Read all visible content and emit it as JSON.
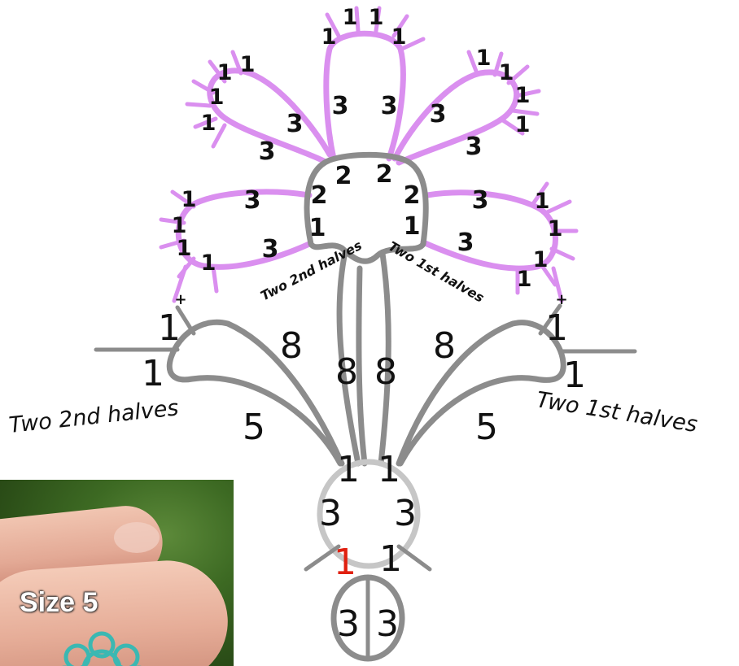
{
  "labels": {
    "left_big": "Two 2nd halves",
    "right_big": "Two 1st halves",
    "left_small": "Two 2nd halves",
    "right_small": "Two 1st halves",
    "photo_caption": "Size 5",
    "plus": "+"
  },
  "numbers": {
    "one": "1",
    "two": "2",
    "three": "3",
    "five": "5",
    "eight": "8"
  },
  "colors": {
    "pink_rings": "#da8fef",
    "grey_chains": "#8c8c8c",
    "highlight_one": "#e02010"
  },
  "photo": {
    "subject": "tatted-sample-on-fingers"
  }
}
